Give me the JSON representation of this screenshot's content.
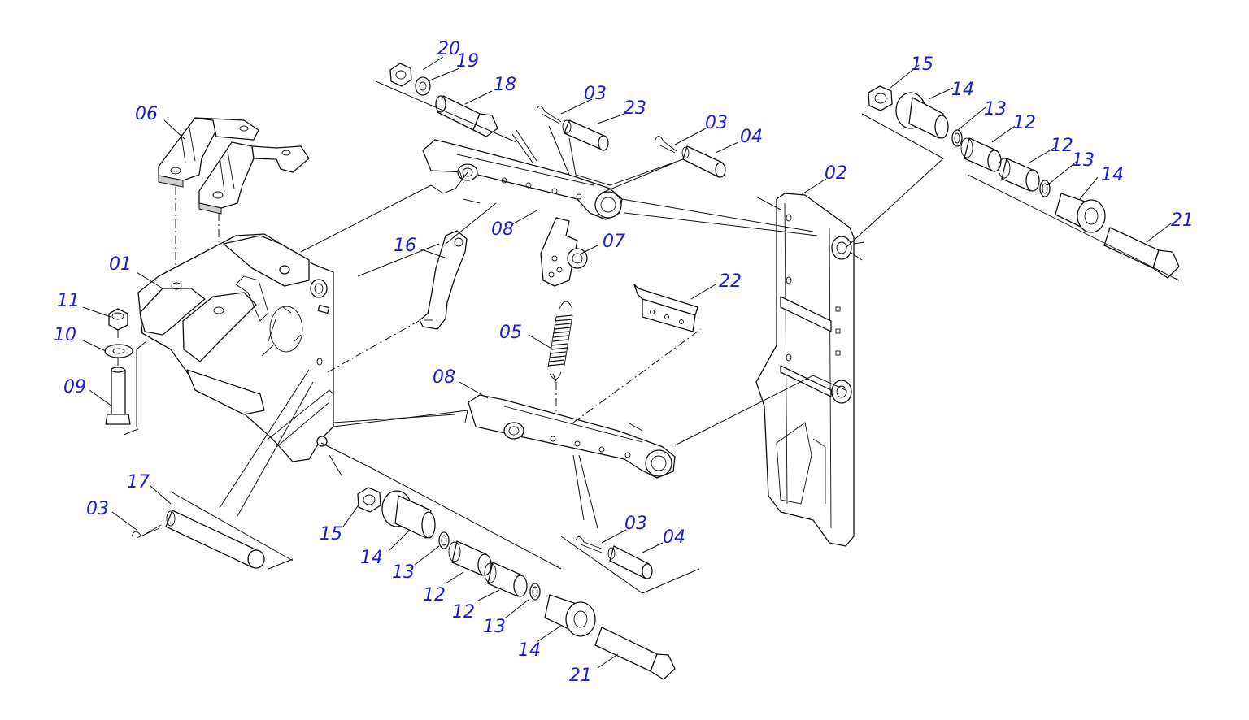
{
  "labels": {
    "p01": "01",
    "p02": "02",
    "p03a": "03",
    "p03b": "03",
    "p03c": "03",
    "p03d": "03",
    "p04a": "04",
    "p04b": "04",
    "p05": "05",
    "p06": "06",
    "p07": "07",
    "p08a": "08",
    "p08b": "08",
    "p09": "09",
    "p10": "10",
    "p11": "11",
    "p12a": "12",
    "p12b": "12",
    "p12c": "12",
    "p12d": "12",
    "p13a": "13",
    "p13b": "13",
    "p13c": "13",
    "p13d": "13",
    "p14a": "14",
    "p14b": "14",
    "p14c": "14",
    "p14d": "14",
    "p15a": "15",
    "p15b": "15",
    "p16": "16",
    "p17": "17",
    "p18": "18",
    "p19": "19",
    "p20": "20",
    "p21a": "21",
    "p21b": "21",
    "p22": "22",
    "p23": "23"
  },
  "colors": {
    "label": "#1a1adc",
    "line": "#111111",
    "background": "#ffffff"
  }
}
